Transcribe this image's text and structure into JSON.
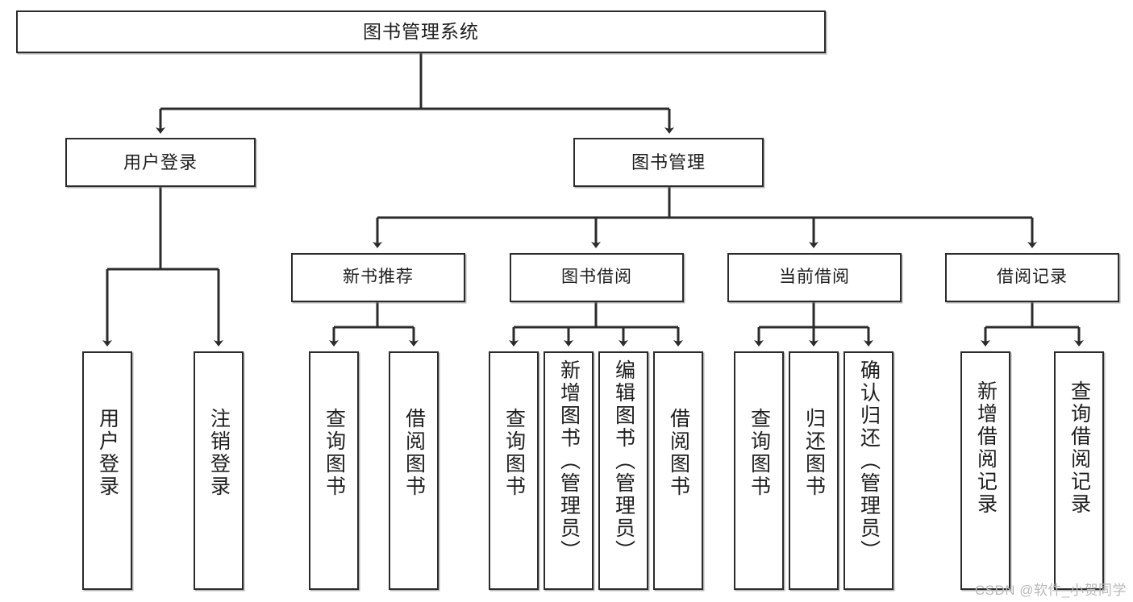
{
  "diagram": {
    "type": "tree",
    "title": "图书管理系统",
    "root": {
      "label": "图书管理系统"
    },
    "level2": [
      {
        "label": "用户登录"
      },
      {
        "label": "图书管理"
      }
    ],
    "level3": [
      {
        "label": "新书推荐"
      },
      {
        "label": "图书借阅"
      },
      {
        "label": "当前借阅"
      },
      {
        "label": "借阅记录"
      }
    ],
    "leaves": {
      "user_login": [
        {
          "label": "用户登录"
        },
        {
          "label": "注销登录"
        }
      ],
      "new_book_recommend": [
        {
          "label": "查询图书"
        },
        {
          "label": "借阅图书"
        }
      ],
      "book_borrow": [
        {
          "label": "查询图书"
        },
        {
          "label": "新增图书（管理员）"
        },
        {
          "label": "编辑图书（管理员）"
        },
        {
          "label": "借阅图书"
        }
      ],
      "current_borrow": [
        {
          "label": "查询图书"
        },
        {
          "label": "归还图书"
        },
        {
          "label": "确认归还（管理员）"
        }
      ],
      "borrow_record": [
        {
          "label": "新增借阅记录"
        },
        {
          "label": "查询借阅记录"
        }
      ]
    }
  },
  "watermark": {
    "text": "CSDN @软件_小贺同学"
  },
  "colors": {
    "stroke": "#2b2b2b",
    "fill": "#ffffff",
    "text": "#1d1d1d",
    "watermark": "#b9b9b9"
  }
}
